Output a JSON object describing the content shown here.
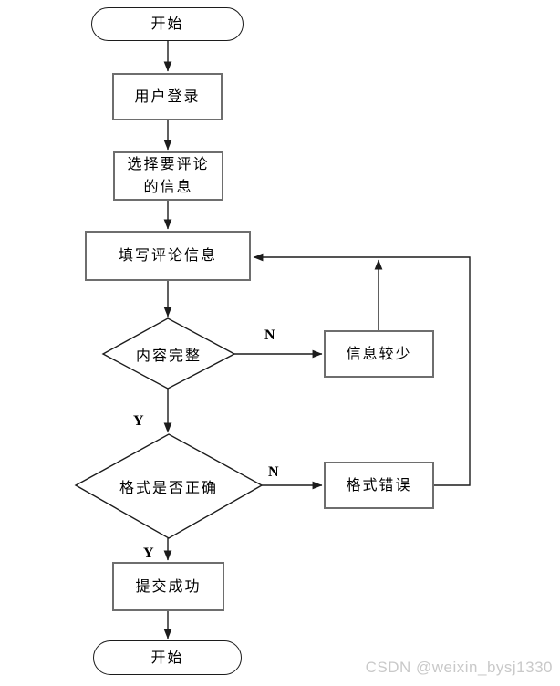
{
  "flow": {
    "start": {
      "label": "开始"
    },
    "login": {
      "label": "用户登录"
    },
    "select": {
      "label": "选择要评论的信息"
    },
    "fill": {
      "label": "填写评论信息"
    },
    "content_check": {
      "label": "内容完整"
    },
    "info_less": {
      "label": "信息较少"
    },
    "format_check": {
      "label": "格式是否正确"
    },
    "format_error": {
      "label": "格式错误"
    },
    "submit": {
      "label": "提交成功"
    },
    "end": {
      "label": "开始"
    }
  },
  "edge_labels": {
    "content_no": "N",
    "content_yes": "Y",
    "format_no": "N",
    "format_yes": "Y"
  },
  "watermark": "CSDN @weixin_bysj1330",
  "colors": {
    "background": "#ffffff",
    "line": "#1c1c1c",
    "process_border": "#6e6e6e",
    "text": "#000000",
    "watermark": "#c9c9c9"
  }
}
